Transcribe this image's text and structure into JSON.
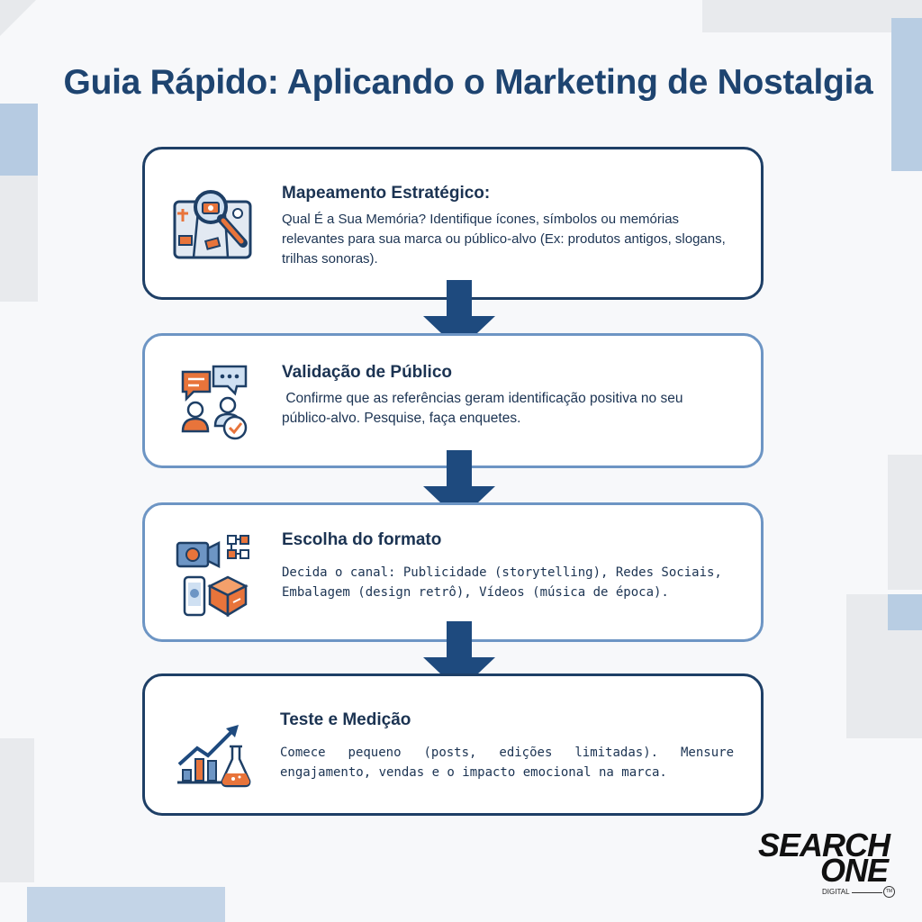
{
  "title": "Guia Rápido: Aplicando o Marketing de Nostalgia",
  "steps": [
    {
      "icon": "map-magnifier-icon",
      "heading": "Mapeamento Estratégico:",
      "text": "Qual É a Sua Memória? Identifique ícones, símbolos ou memórias relevantes para sua marca ou público-alvo (Ex: produtos antigos, slogans, trilhas sonoras)."
    },
    {
      "icon": "chat-people-check-icon",
      "heading": "Validação de Público",
      "text": " Confirme que as referências geram identificação positiva no seu público-alvo. Pesquise, faça enquetes."
    },
    {
      "icon": "camera-phone-box-icon",
      "heading": "Escolha do formato",
      "text": "Decida o canal: Publicidade (storytelling), Redes Sociais, Embalagem (design retrô), Vídeos (música de época)."
    },
    {
      "icon": "chart-flask-icon",
      "heading": "Teste e Medição",
      "text": "Comece pequeno (posts, edições limitadas). Mensure engajamento, vendas e o impacto emocional na marca."
    }
  ],
  "logo": {
    "line1": "SEARCH",
    "line2": "ONE",
    "line3": "DIGITAL",
    "tm": "TM"
  },
  "colors": {
    "title": "#1e4470",
    "arrow": "#1e4a7e",
    "accent_orange": "#e8743b",
    "card_border_dark": "#1e3f66",
    "card_border_light": "#6d95c4"
  }
}
